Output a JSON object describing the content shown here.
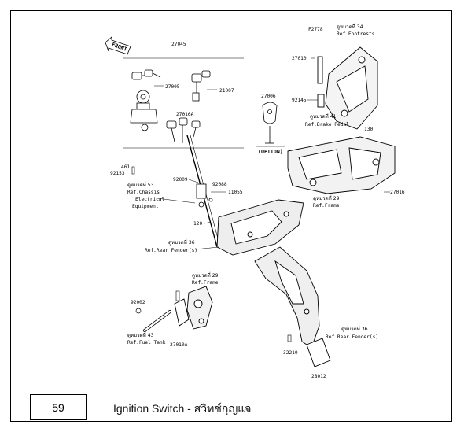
{
  "page_number": "59",
  "caption": "Ignition Switch - สวิทช์กุญแจ",
  "figure_code": "F2778",
  "front_label": "FRONT",
  "option_label": "(OPTION)",
  "refs": {
    "footrests_th": "ดูหมวดที่ 34",
    "footrests_en": "Ref.Footrests",
    "brake_th": "ดูหมวดที่ 41",
    "brake_en": "Ref.Brake Pedal",
    "frame1_th": "ดูหมวดที่ 29",
    "frame1_en": "Ref.Frame",
    "chassis_th": "ดูหมวดที่ 53",
    "chassis_en1": "Ref.Chassis",
    "chassis_en2": "Electrical",
    "chassis_en3": "Equipment",
    "fender1_th": "ดูหมวดที่ 36",
    "fender1_en": "Ref.Rear Fender(s)",
    "frame2_th": "ดูหมวดที่ 29",
    "frame2_en": "Ref.Frame",
    "fender2_th": "ดูหมวดที่ 36",
    "fender2_en": "Ref.Rear Fender(s)",
    "fuel_th": "ดูหมวดที่ 43",
    "fuel_en": "Ref.Fuel Tank"
  },
  "parts": {
    "p27045": "27045",
    "p27005": "27005",
    "p21007": "21007",
    "p27016a": "27016A",
    "p27006": "27006",
    "p27010": "27010",
    "p92145": "92145",
    "p130": "130",
    "p27016": "27016",
    "p461": "461",
    "p92153": "92153",
    "p92009": "92009",
    "p92088": "92088",
    "p11055": "11055",
    "p120": "120",
    "p92002": "92002",
    "p27010a": "27010A",
    "p32210": "32210",
    "p28012": "28012"
  }
}
